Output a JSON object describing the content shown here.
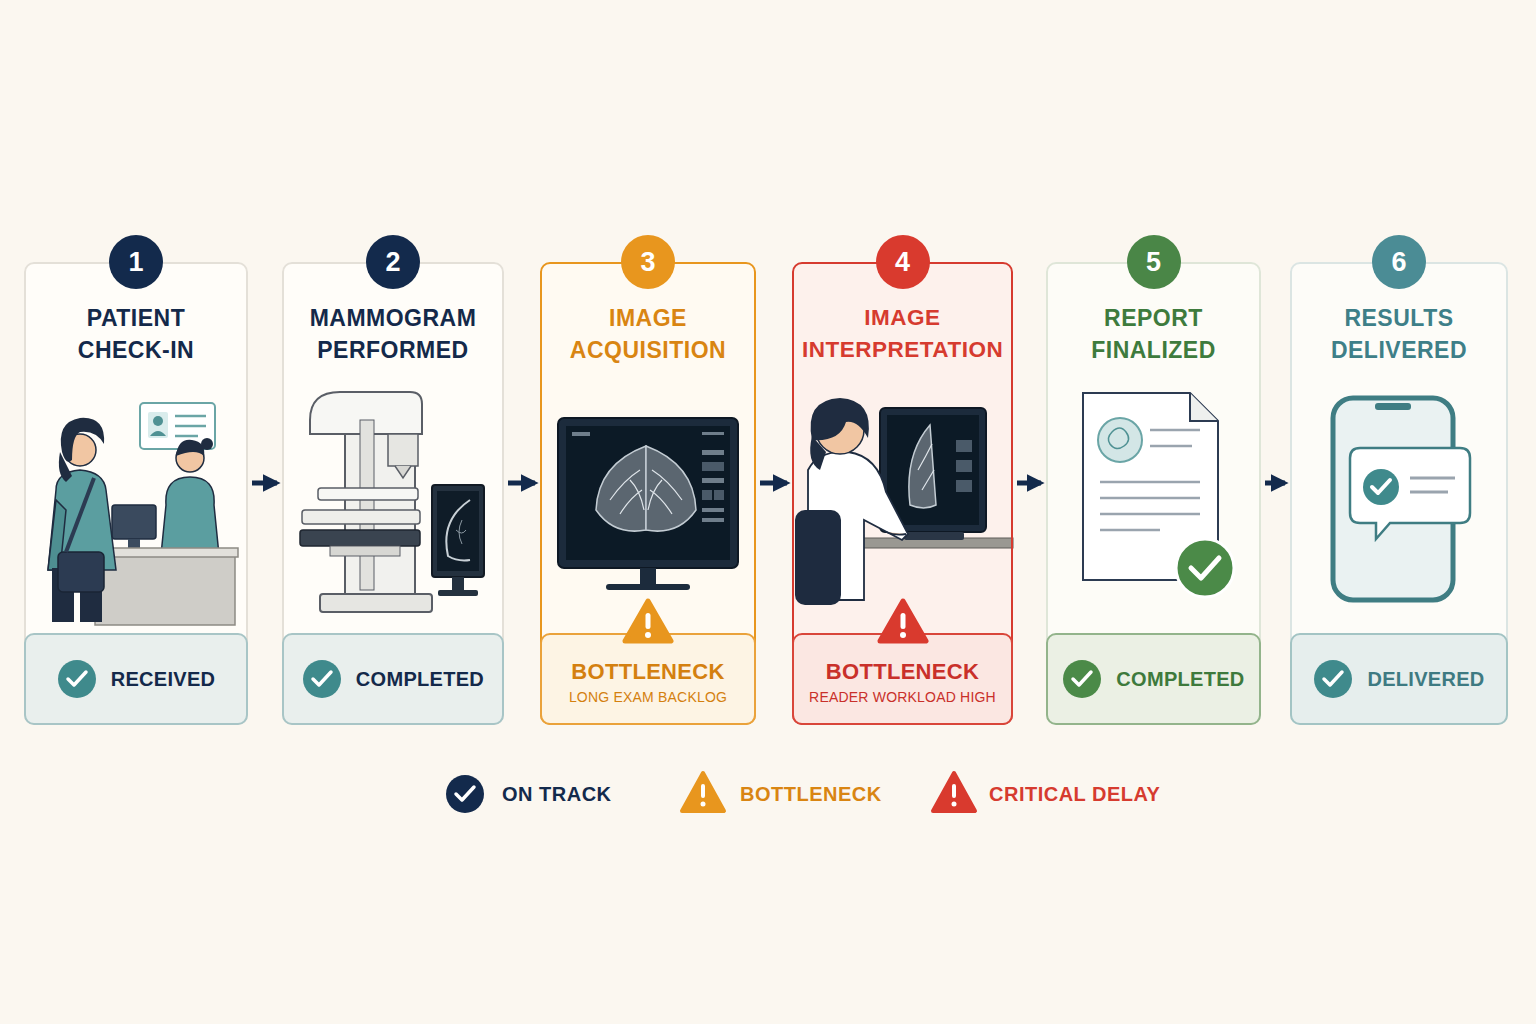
{
  "diagram": {
    "nodes": [
      {
        "text": [
          "PATIENT CHECK-IN"
        ]
      },
      {
        "text": [
          "1"
        ],
        "in": 0
      },
      {
        "text": [
          "RECEIVED"
        ],
        "in": 0
      },
      {
        "text": [
          "MAMMOGRAM PERFORMED"
        ]
      },
      {
        "text": [
          "2"
        ],
        "in": 3
      },
      {
        "text": [
          "COMPLETED"
        ],
        "in": 3
      },
      {
        "text": [
          "IMAGE ACQUISITION"
        ]
      },
      {
        "text": [
          "3"
        ],
        "in": 6
      },
      {
        "text": [
          "BOTTLENECK",
          "LONG EXAM BACKLOG"
        ],
        "in": 6
      },
      {
        "text": [
          "IMAGE INTERPRETATION"
        ]
      },
      {
        "text": [
          "4"
        ],
        "in": 9
      },
      {
        "text": [
          "BOTTLENECK",
          "READER WORKLOAD HIGH"
        ],
        "in": 9
      },
      {
        "text": [
          "REPORT FINALIZED"
        ]
      },
      {
        "text": [
          "5"
        ],
        "in": 12
      },
      {
        "text": [
          "COMPLETED"
        ],
        "in": 12
      },
      {
        "text": [
          "RESULTS DELIVERED"
        ]
      },
      {
        "text": [
          "6"
        ],
        "in": 15
      },
      {
        "text": [
          "DELIVERED"
        ],
        "in": 15
      }
    ],
    "edges": [
      {
        "from": 0,
        "to": 3,
        "arrow": "to"
      },
      {
        "from": 3,
        "to": 6,
        "arrow": "to"
      },
      {
        "from": 6,
        "to": 9,
        "arrow": "to"
      },
      {
        "from": 9,
        "to": 12,
        "arrow": "to"
      },
      {
        "from": 12,
        "to": 15,
        "arrow": "to"
      }
    ],
    "legend": [
      {
        "text": "ON TRACK"
      },
      {
        "text": "BOTTLENECK"
      },
      {
        "text": "CRITICAL DELAY"
      }
    ]
  }
}
